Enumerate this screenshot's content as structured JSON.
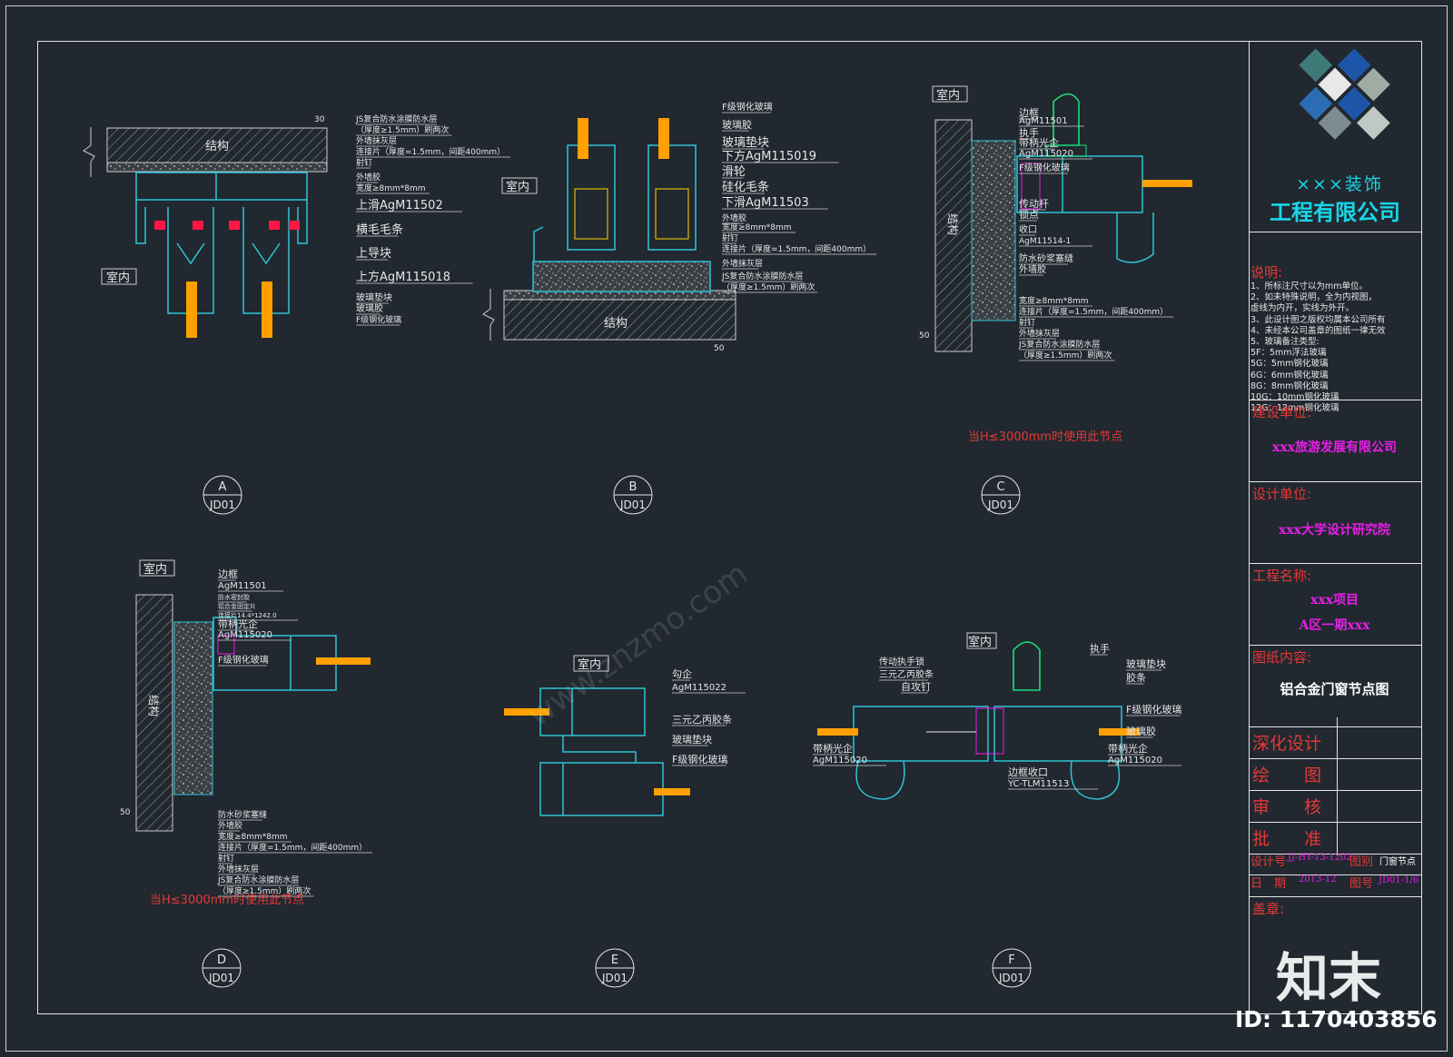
{
  "colors": {
    "background": "#212830",
    "profile": "#2ec4d6",
    "glass": "#ffa000",
    "gasket": "#ff1744",
    "annotation": "#e6e6e6",
    "red_text": "#e53935",
    "magenta_text": "#e91ee9",
    "cyan_brand": "#18d6e6"
  },
  "details": {
    "A": {
      "id": "A",
      "sheet": "JD01",
      "room": "室内",
      "struct": "结构",
      "labels": [
        "JS复合防水涂膜防水层",
        "（厚度≥1.5mm）刷两次",
        "外墙抹灰层",
        "连接片（厚度=1.5mm，间距400mm）",
        "射钉",
        "外墙胶",
        "宽度≥8mm*8mm",
        "上滑AgM11502",
        "横毛毛条",
        "上导块",
        "上方AgM115018",
        "玻璃垫块",
        "玻璃胶",
        "F级钢化玻璃"
      ],
      "dim": "30"
    },
    "B": {
      "id": "B",
      "sheet": "JD01",
      "room": "室内",
      "struct": "结构",
      "labels": [
        "F级钢化玻璃",
        "玻璃胶",
        "玻璃垫块",
        "下方AgM115019",
        "滑轮",
        "硅化毛条",
        "下滑AgM11503",
        "外墙胶",
        "宽度≥8mm*8mm",
        "射钉",
        "连接片（厚度=1.5mm，间距400mm）",
        "外墙抹灰层",
        "JS复合防水涂膜防水层",
        "（厚度≥1.5mm）刷两次"
      ],
      "dim": "50"
    },
    "C": {
      "id": "C",
      "sheet": "JD01",
      "room": "室内",
      "struct": "结构",
      "labels": [
        "边框",
        "AgM11501",
        "执手",
        "带柄光企",
        "AgM115020",
        "F级钢化玻璃",
        "传动杆",
        "锁点",
        "收口",
        "AgM11514-1",
        "防水砂浆塞缝",
        "外墙胶",
        "宽度≥8mm*8mm",
        "连接片（厚度=1.5mm，间距400mm）",
        "射钉",
        "外墙抹灰层",
        "JS复合防水涂膜防水层",
        "（厚度≥1.5mm）刷两次"
      ],
      "dim": "50",
      "note": "当H≤3000mm时使用此节点"
    },
    "D": {
      "id": "D",
      "sheet": "JD01",
      "room": "室内",
      "struct": "结构",
      "labels": [
        "边框",
        "AgM11501",
        "防水密封胶",
        "铝合金固定片",
        "连接片14.4*1242.0",
        "带柄光企",
        "AgM115020",
        "F级钢化玻璃",
        "防水砂浆塞缝",
        "外墙胶",
        "宽度≥8mm*8mm",
        "连接片（厚度=1.5mm，间距400mm）",
        "射钉",
        "外墙抹灰层",
        "JS复合防水涂膜防水层",
        "（厚度≥1.5mm）刷两次"
      ],
      "dim": "50",
      "note": "当H≤3000mm时使用此节点"
    },
    "E": {
      "id": "E",
      "sheet": "JD01",
      "room": "室内",
      "labels": [
        "勾企",
        "AgM115022",
        "三元乙丙胶条",
        "玻璃垫块",
        "F级钢化玻璃"
      ]
    },
    "F": {
      "id": "F",
      "sheet": "JD01",
      "room": "室内",
      "labels": [
        "执手",
        "传动执手锁",
        "三元乙丙胶条",
        "自攻钉",
        "玻璃垫块",
        "胶条",
        "F级钢化玻璃",
        "玻璃胶",
        "带柄光企",
        "AgM115020",
        "带柄光企",
        "AgM115020",
        "边框收口",
        "YC-TLM11513"
      ]
    }
  },
  "title_block": {
    "company_line1": "×××装饰",
    "company_line2": "工程有限公司",
    "notes_title": "说明:",
    "notes": [
      "1、所标注尺寸以为mm单位。",
      "2、如未特殊说明，全为内视图，",
      "   虚线为内开，实线为外开。",
      "3、此设计图之版权均属本公司所有",
      "4、未经本公司盖章的图纸一律无效",
      "5、玻璃备注类型:",
      "5F：5mm浮法玻璃",
      "5G：5mm钢化玻璃",
      "6G：6mm钢化玻璃",
      "8G：8mm钢化玻璃",
      "10G：10mm钢化玻璃",
      "12G：12mm钢化玻璃"
    ],
    "client_label": "建设单位:",
    "client": "xxx旅游发展有限公司",
    "designer_label": "设计单位:",
    "designer": "xxx大学设计研究院",
    "project_label": "工程名称:",
    "project_line1": "xxx项目",
    "project_line2": "A区一期xxx",
    "content_label": "图纸内容:",
    "content": "铝合金门窗节点图",
    "roles": [
      "深化设计",
      "绘　　图",
      "审　　核",
      "批　　准"
    ],
    "design_no_label": "设计号",
    "design_no": "JJ-HY-13-1202",
    "category_label": "图别",
    "category": "门窗节点",
    "date_label": "日　期",
    "date": "2013-12",
    "drawing_no_label": "图号",
    "drawing_no": "JD01-1/6",
    "seal_label": "盖章:"
  },
  "watermark": {
    "brand": "知末",
    "id": "ID: 1170403856",
    "url": "www.znzmo.com"
  }
}
